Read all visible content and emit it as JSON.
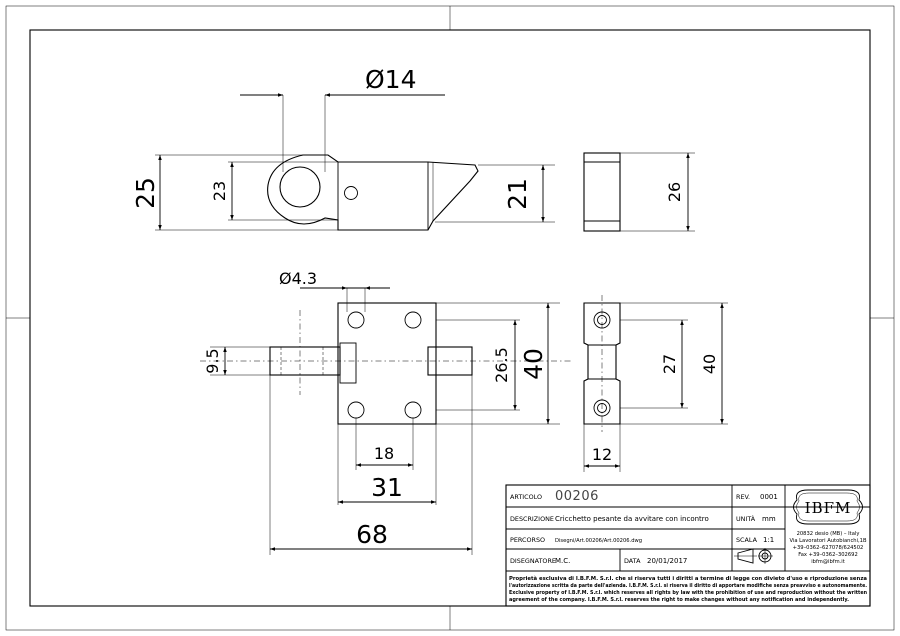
{
  "dimensions": {
    "top_diameter": "Ø14",
    "top_height_overall": "25",
    "top_height_body": "23",
    "top_height_right": "21",
    "side_top_height": "26",
    "hole_diameter": "Ø4.3",
    "bolt_height": "9.5",
    "bolt_inner": "26.5",
    "plate_height": "40",
    "keeper_inner": "27",
    "keeper_height": "40",
    "holes_spacing": "18",
    "plate_width": "31",
    "overall_length": "68",
    "keeper_width": "12"
  },
  "title_block": {
    "articolo_label": "ARTICOLO",
    "articolo_value": "00206",
    "rev_label": "REV.",
    "rev_value": "0001",
    "descrizione_label": "DESCRIZIONE",
    "descrizione_value": "Cricchetto pesante da avvitare con incontro",
    "unita_label": "UNITÀ",
    "unita_value": "mm",
    "percorso_label": "PERCORSO",
    "percorso_value": "Disegni/Art.00206/Art.00206.dwg",
    "scala_label": "SCALA",
    "scala_value": "1:1",
    "disegnatore_label": "DISEGNATORE",
    "disegnatore_value": "M.C.",
    "data_label": "DATA",
    "data_value": "20/01/2017",
    "logo_text": "IBFM",
    "address": [
      "20832 desio (MB) – Italy",
      "Via Lavoratori Autobianchi,1B",
      "+39–0362–627078/624502",
      "Fax +39–0362–302692",
      "ibfm@ibfm.it"
    ],
    "legal": [
      "Proprietà esclusiva di I.B.F.M. S.r.l. che si riserva tutti i diritti a termine di legge con divieto d'uso e riproduzione senza",
      "l'autorizzazione scritta da parte dell'azienda. I.B.F.M. S.r.l. si riserva il diritto di apportare modifiche senza preavviso e autonomamente.",
      "Exclusive property of I.B.F.M. S.r.l. which reserves all rights by law with the prohibition of use and reproduction without the written",
      "agreement of the company. I.B.F.M. S.r.l. reserves the right to make changes without any notification and independently."
    ]
  }
}
